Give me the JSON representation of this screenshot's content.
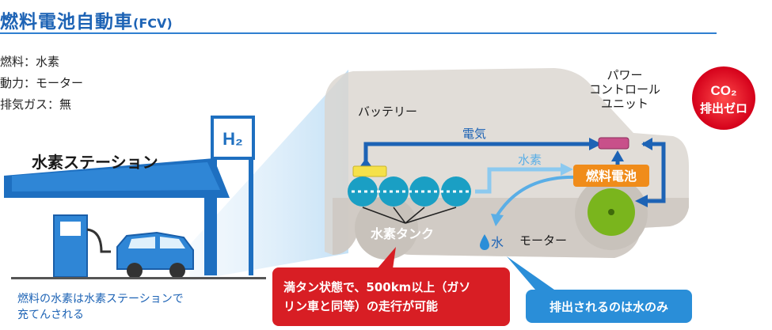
{
  "title": {
    "main": "燃料電池自動車",
    "sub": "(FCV)"
  },
  "specs": [
    "燃料：水素",
    "動力：モーター",
    "排気ガス：無"
  ],
  "station": {
    "sign": "H₂",
    "name": "水素ステーション"
  },
  "caption": [
    "燃料の水素は水素ステーションで",
    "充てんされる"
  ],
  "labels": {
    "battery": "バッテリー",
    "pcu": [
      "パワー",
      "コントロール",
      "ユニット"
    ],
    "electricity": "電気",
    "hydrogen": "水素",
    "fuel_cell": "燃料電池",
    "tank": "水素タンク",
    "water": "水",
    "motor": "モーター"
  },
  "badge": {
    "line1": "CO₂",
    "line2": "排出ゼロ"
  },
  "callouts": {
    "range": [
      "満タン状態で、500km以上（ガソ",
      "リン車と同等）の走行が可能"
    ],
    "exhaust": "排出されるのは水のみ"
  },
  "colors": {
    "title_blue": "#1d63b5",
    "canopy_blue": "#1e6fc0",
    "tank_teal": "#1a9fc4",
    "fuel_cell_orange": "#f08c1a",
    "motor_green": "#7ab51d",
    "badge_red": "#e2001a",
    "callout_red": "#d81e24",
    "callout_blue": "#2a8ed8",
    "battery_yellow": "#f5e14a",
    "pcu_pink": "#c8508a"
  }
}
